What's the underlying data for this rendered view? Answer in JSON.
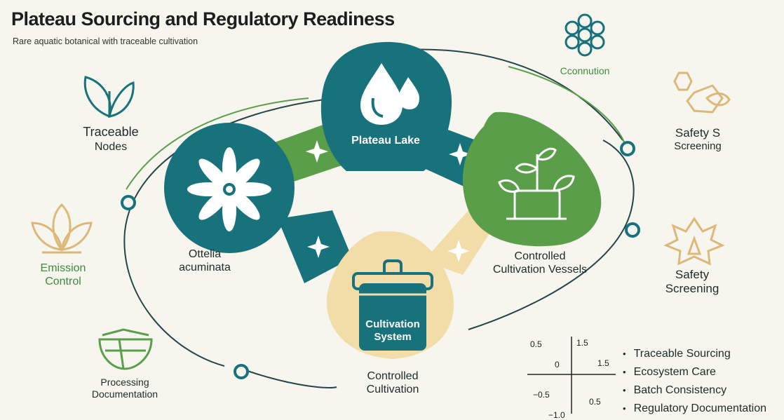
{
  "header": {
    "title": "Plateau Sourcing and Regulatory Readiness",
    "subtitle": "Rare aquatic botanical with traceable cultivation"
  },
  "colors": {
    "teal": "#17727b",
    "green": "#5b9e4a",
    "sand": "#f2dca7",
    "line": "#26454a",
    "outline_green": "#5b9e4a",
    "outline_sand": "#dcb879"
  },
  "nodes": {
    "plateau_lake": "Plateau Lake",
    "ottelia_line1": "Ottelia",
    "ottelia_line2": "acuminata",
    "vessels_line1": "Controlled",
    "vessels_line2": "Cultivation Vessels",
    "system_line1": "Cultivation",
    "system_line2": "System",
    "controlled_line1": "Controlled",
    "controlled_line2": "Cultivation"
  },
  "side_items": {
    "traceable_line1": "Traceable",
    "traceable_line2": "Nodes",
    "emission_line1": "Emission",
    "emission_line2": "Control",
    "processing_line1": "Processing",
    "processing_line2": "Documentation",
    "cconnution": "Cconnution",
    "safety_s_line1": "Safety S",
    "safety_s_line2": "Screening",
    "safety_line1": "Safety",
    "safety_line2": "Screening"
  },
  "mini_axis": {
    "tick_top_left": "0.5",
    "tick_top_right": "1.5",
    "tick_mid_left": "0",
    "tick_mid_right": "1.5",
    "tick_bottom_left": "−0.5",
    "tick_bottom_right": "0.5",
    "tick_cut": "−1.0"
  },
  "legend": [
    "Traceable Sourcing",
    "Ecosystem Care",
    "Batch Consistency",
    "Regulatory Documentation"
  ]
}
